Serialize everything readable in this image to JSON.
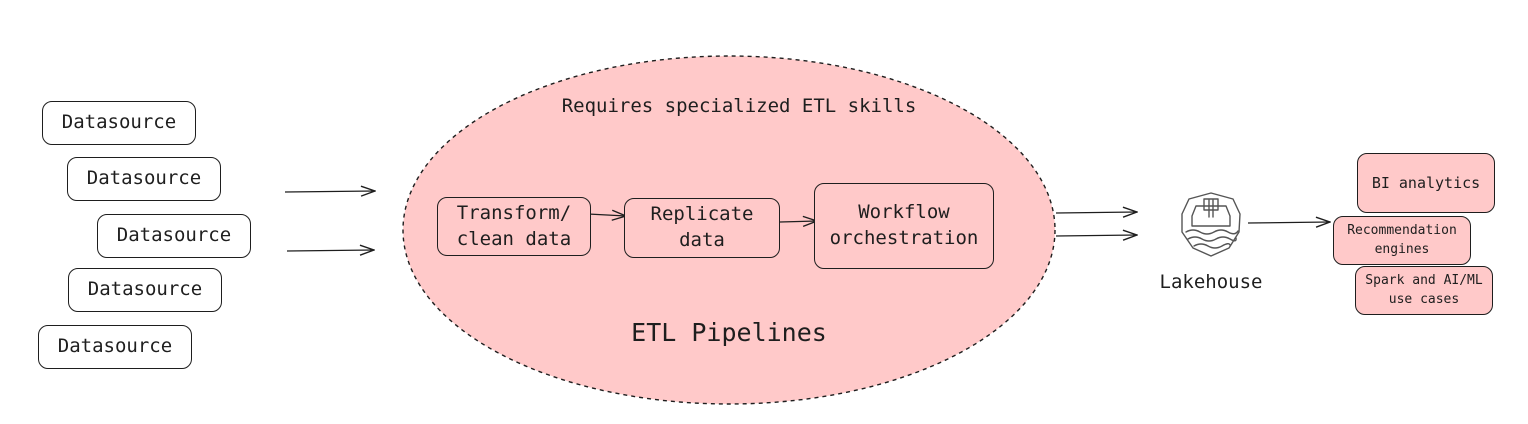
{
  "sources": [
    "Datasource",
    "Datasource",
    "Datasource",
    "Datasource",
    "Datasource"
  ],
  "etl": {
    "header": "Requires specialized ETL skills",
    "title": "ETL Pipelines",
    "steps": [
      "Transform/\nclean data",
      "Replicate\ndata",
      "Workflow\norchestration"
    ],
    "fill_color": "#ffc9c9"
  },
  "lakehouse": {
    "label": "Lakehouse",
    "icon": "lakehouse-icon"
  },
  "outputs": [
    "BI analytics",
    "Recommendation\nengines",
    "Spark and AI/ML\nuse cases"
  ],
  "colors": {
    "stroke": "#1e1e1e",
    "pink": "#ffc9c9"
  }
}
